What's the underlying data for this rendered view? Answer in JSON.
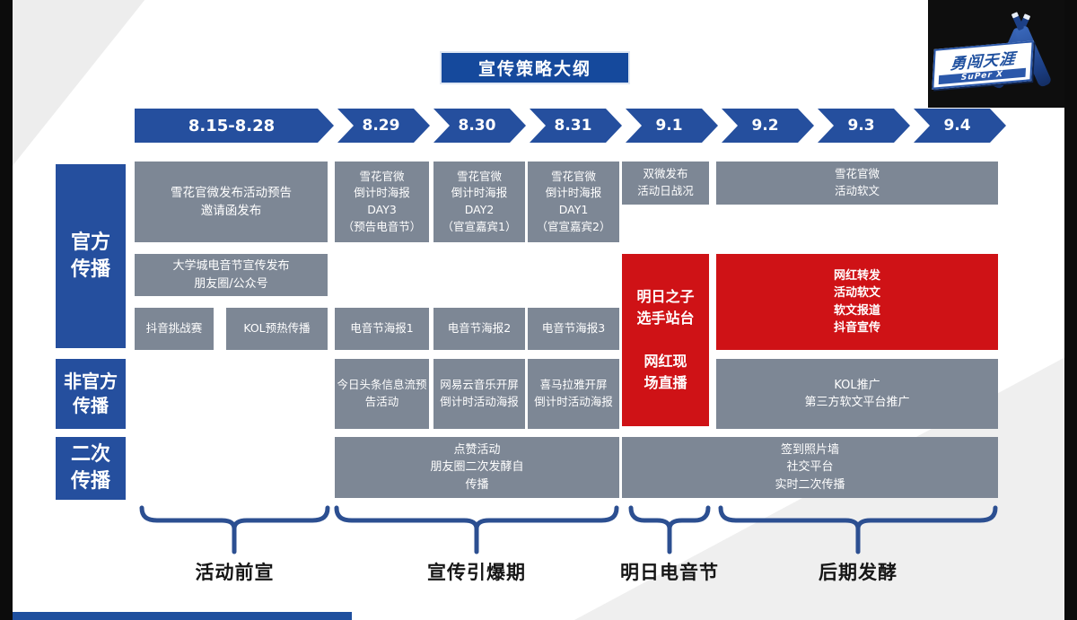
{
  "title": "宣传策略大纲",
  "logo": {
    "brand": "勇闯天涯",
    "sub": "SuPer X"
  },
  "timeline": [
    "8.15-8.28",
    "8.29",
    "8.30",
    "8.31",
    "9.1",
    "9.2",
    "9.3",
    "9.4"
  ],
  "row_labels": {
    "official": "官方\n传播",
    "unofficial": "非官方\n传播",
    "secondary": "二次\n传播"
  },
  "cells": {
    "preview_long": "雪花官微发布活动预告\n邀请函发布",
    "day3": "雪花官微\n倒计时海报\nDAY3\n（预告电音节）",
    "day2": "雪花官微\n倒计时海报\nDAY2\n（官宣嘉宾1）",
    "day1": "雪花官微\n倒计时海报\nDAY1\n（官宣嘉宾2）",
    "shuangwei": "双微发布\n活动日战况",
    "soft_article": "雪花官微\n活动软文",
    "campus": "大学城电音节宣传发布\n朋友圈/公众号",
    "douyin": "抖音挑战赛",
    "kol_preheat": "KOL预热传播",
    "poster1": "电音节海报1",
    "poster2": "电音节海报2",
    "poster3": "电音节海报3",
    "red_stage": "明日之子\n选手站台\n\n网红现\n场直播",
    "red_spread": "网红转发\n活动软文\n软文报道\n抖音宣传",
    "toutiao": "今日头条信息流预\n告活动",
    "netease": "网易云音乐开屏\n倒计时活动海报",
    "ximalaya": "喜马拉雅开屏\n倒计时活动海报",
    "kol_promo": "KOL推广\n第三方软文平台推广",
    "like_activity": "点赞活动\n朋友圈二次发酵自\n传播",
    "checkin": "签到照片墙\n社交平台\n实时二次传播"
  },
  "phases": [
    "活动前宣",
    "宣传引爆期",
    "明日电音节",
    "后期发酵"
  ],
  "colors": {
    "accent_blue": "#254f9e",
    "box_gray": "#7d8795",
    "highlight_red": "#cf1216"
  }
}
